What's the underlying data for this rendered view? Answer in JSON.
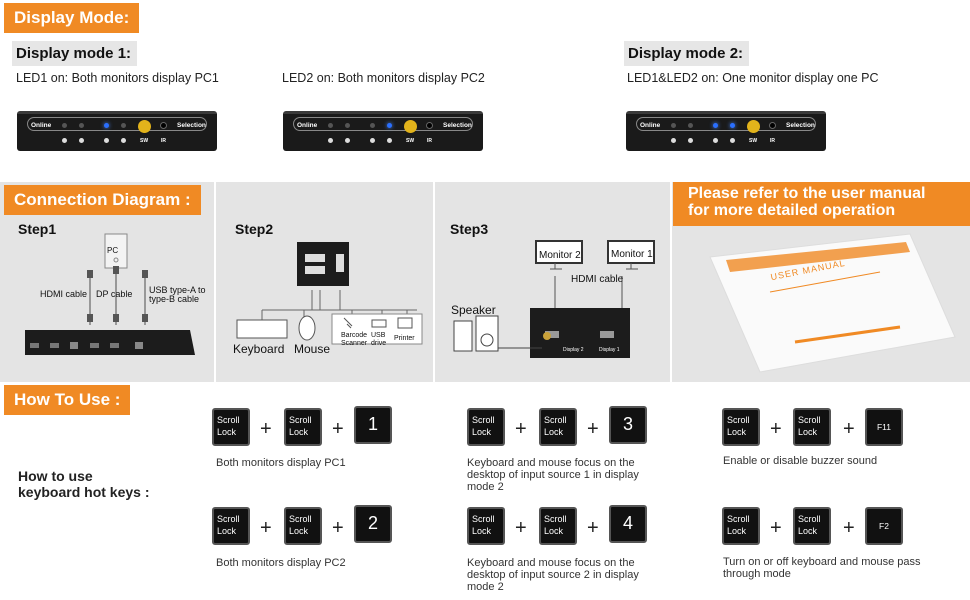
{
  "display_mode": {
    "header": "Display Mode:",
    "mode1": {
      "title": "Display mode 1:",
      "led1": "LED1 on: Both monitors display PC1",
      "led2": "LED2 on: Both monitors display PC2"
    },
    "mode2": {
      "title": "Display mode 2:",
      "desc": "LED1&LED2 on: One monitor display one PC"
    },
    "panel": {
      "online": "Online",
      "selection": "Selection",
      "sw": "SW",
      "ir": "IR"
    }
  },
  "connection": {
    "header": "Connection Diagram :",
    "step1": {
      "title": "Step1",
      "pc": "PC",
      "hdmi": "HDMI cable",
      "dp": "DP cable",
      "usb": "USB type-A to\ntype-B cable"
    },
    "step2": {
      "title": "Step2",
      "keyboard": "Keyboard",
      "mouse": "Mouse",
      "barcode": "Barcode\nScanner",
      "usbdrive": "USB\ndrive",
      "printer": "Printer"
    },
    "step3": {
      "title": "Step3",
      "monitor2": "Monitor 2",
      "monitor1": "Monitor 1",
      "hdmi": "HDMI cable",
      "speaker": "Speaker",
      "display2": "Display 2",
      "display1": "Display 1"
    },
    "manual_note": "Please refer to the user manual\nfor more detailed operation",
    "manual_title": "USER MANUAL"
  },
  "how_to_use": {
    "header": "How To Use :",
    "label": "How to use\nkeyboard hot keys :",
    "scroll": "Scroll\nLock",
    "plus": "+",
    "combos": [
      {
        "key": "1",
        "desc": "Both monitors display PC1"
      },
      {
        "key": "2",
        "desc": "Both monitors display PC2"
      },
      {
        "key": "3",
        "desc": "Keyboard and mouse focus on the desktop of input source 1 in display mode 2"
      },
      {
        "key": "4",
        "desc": "Keyboard and mouse focus on the desktop of input source 2 in display mode 2"
      },
      {
        "key": "F11",
        "desc": "Enable or disable buzzer sound"
      },
      {
        "key": "F2",
        "desc": "Turn on or off keyboard and mouse pass through mode"
      }
    ]
  }
}
